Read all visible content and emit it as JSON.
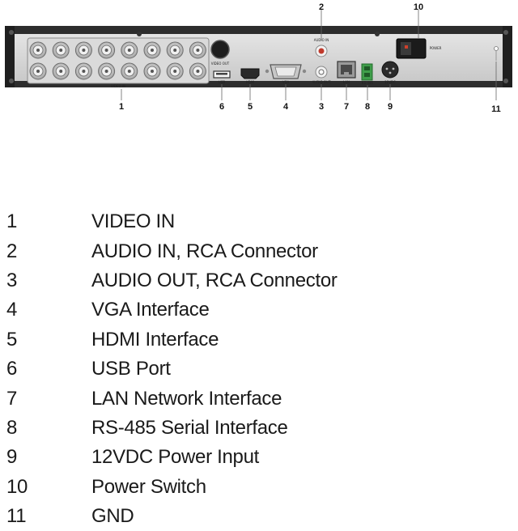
{
  "panel": {
    "labels": {
      "video_in": "VIDEO IN",
      "audio_in": "AUDIO IN",
      "audio_out": "AUDIO OUT",
      "vga": "VGA",
      "hdmi": "HDMI",
      "usb": "USB",
      "lan": "LAN",
      "rs485": "RS-485",
      "power_input": "12VDC",
      "switch": "POWER",
      "video_out": "VIDEO OUT"
    }
  },
  "callouts": [
    "1",
    "2",
    "3",
    "4",
    "5",
    "6",
    "7",
    "8",
    "9",
    "10",
    "11"
  ],
  "legend": [
    {
      "num": "1",
      "desc": "VIDEO IN"
    },
    {
      "num": "2",
      "desc": "AUDIO IN, RCA Connector"
    },
    {
      "num": "3",
      "desc": "AUDIO OUT, RCA Connector"
    },
    {
      "num": "4",
      "desc": "VGA Interface"
    },
    {
      "num": "5",
      "desc": "HDMI Interface"
    },
    {
      "num": "6",
      "desc": "USB Port"
    },
    {
      "num": "7",
      "desc": "LAN Network Interface"
    },
    {
      "num": "8",
      "desc": "RS-485 Serial Interface"
    },
    {
      "num": "9",
      "desc": "12VDC Power Input"
    },
    {
      "num": "10",
      "desc": "Power Switch"
    },
    {
      "num": "11",
      "desc": "GND"
    }
  ]
}
